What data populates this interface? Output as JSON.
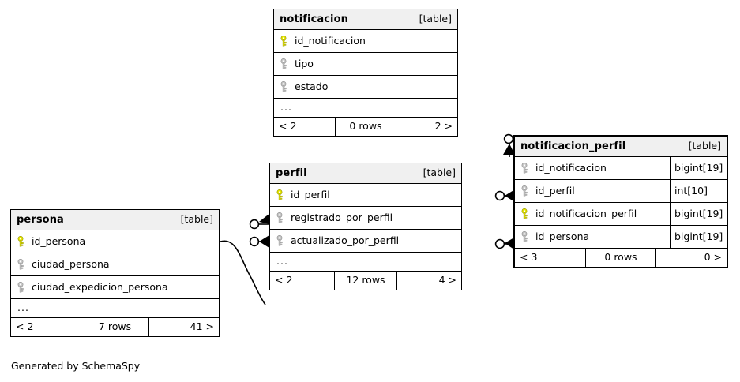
{
  "diagram": {
    "generator_note": "Generated by SchemaSpy",
    "type_tag": "[table]",
    "ellipsis": "...",
    "icons": {
      "primary_key": "key-icon-primary",
      "indexed_key": "key-icon-indexed"
    },
    "colors": {
      "primary_key_fill": "#e8e800",
      "indexed_key_fill": "#bfbfbf",
      "header_background": "#f0f0f0",
      "border": "#000000",
      "background": "#ffffff"
    }
  },
  "tables": [
    {
      "id": "notificacion",
      "name": "notificacion",
      "tag": "[table]",
      "focus": false,
      "columns": [
        {
          "key": "primary",
          "name": "id_notificacion",
          "type": ""
        },
        {
          "key": "indexed",
          "name": "tipo",
          "type": ""
        },
        {
          "key": "indexed",
          "name": "estado",
          "type": ""
        }
      ],
      "has_more": true,
      "footer": {
        "left": "< 2",
        "middle": "0 rows",
        "right": "2 >"
      }
    },
    {
      "id": "perfil",
      "name": "perfil",
      "tag": "[table]",
      "focus": false,
      "columns": [
        {
          "key": "primary",
          "name": "id_perfil",
          "type": ""
        },
        {
          "key": "indexed",
          "name": "registrado_por_perfil",
          "type": ""
        },
        {
          "key": "indexed",
          "name": "actualizado_por_perfil",
          "type": ""
        }
      ],
      "has_more": true,
      "footer": {
        "left": "< 2",
        "middle": "12 rows",
        "right": "4 >"
      }
    },
    {
      "id": "persona",
      "name": "persona",
      "tag": "[table]",
      "focus": false,
      "columns": [
        {
          "key": "primary",
          "name": "id_persona",
          "type": ""
        },
        {
          "key": "indexed",
          "name": "ciudad_persona",
          "type": ""
        },
        {
          "key": "indexed",
          "name": "ciudad_expedicion_persona",
          "type": ""
        }
      ],
      "has_more": true,
      "footer": {
        "left": "< 2",
        "middle": "7 rows",
        "right": "41 >"
      }
    },
    {
      "id": "notificacion_perfil",
      "name": "notificacion_perfil",
      "tag": "[table]",
      "focus": true,
      "columns": [
        {
          "key": "indexed",
          "name": "id_notificacion",
          "type": "bigint[19]"
        },
        {
          "key": "indexed",
          "name": "id_perfil",
          "type": "int[10]"
        },
        {
          "key": "primary",
          "name": "id_notificacion_perfil",
          "type": "bigint[19]"
        },
        {
          "key": "indexed",
          "name": "id_persona",
          "type": "bigint[19]"
        }
      ],
      "has_more": false,
      "footer": {
        "left": "< 3",
        "middle": "0 rows",
        "right": "0 >"
      }
    }
  ]
}
